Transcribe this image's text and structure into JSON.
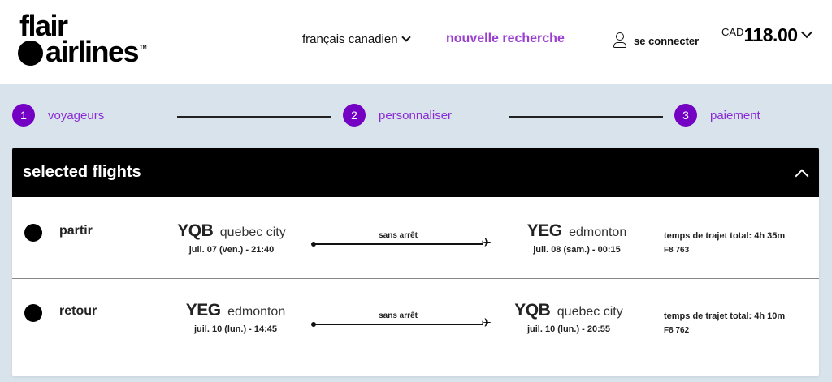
{
  "header": {
    "logo": {
      "line1": "flair",
      "line2": "airlines",
      "tm": "TM"
    },
    "language": {
      "label": "français canadien",
      "icon": "chevron-down-icon"
    },
    "new_search": "nouvelle recherche",
    "login": {
      "label": "se connecter",
      "icon": "user-icon"
    },
    "price": {
      "currency": "CAD",
      "amount": "118.00",
      "icon": "chevron-down-icon"
    }
  },
  "stepper": {
    "steps": [
      {
        "number": "1",
        "label": "voyageurs"
      },
      {
        "number": "2",
        "label": "personnaliser"
      },
      {
        "number": "3",
        "label": "paiement"
      }
    ]
  },
  "colors": {
    "accent_purple": "#7400c4",
    "link_purple": "#9b3fd1",
    "page_bg": "#d8e3eb",
    "header_bar": "#000000"
  },
  "selected_flights": {
    "title": "selected flights",
    "toggle_icon": "chevron-up-icon",
    "flights": [
      {
        "direction": "partir",
        "origin": {
          "code": "YQB",
          "city": "quebec city",
          "datetime": "juil. 07 (ven.) - 21:40"
        },
        "stops": "sans arrêt",
        "destination": {
          "code": "YEG",
          "city": "edmonton",
          "datetime": "juil. 08 (sam.) - 00:15"
        },
        "duration": "temps de trajet total: 4h 35m",
        "flight_number": "F8 763"
      },
      {
        "direction": "retour",
        "origin": {
          "code": "YEG",
          "city": "edmonton",
          "datetime": "juil. 10 (lun.) - 14:45"
        },
        "stops": "sans arrêt",
        "destination": {
          "code": "YQB",
          "city": "quebec city",
          "datetime": "juil. 10 (lun.) - 20:55"
        },
        "duration": "temps de trajet total: 4h 10m",
        "flight_number": "F8 762"
      }
    ]
  }
}
